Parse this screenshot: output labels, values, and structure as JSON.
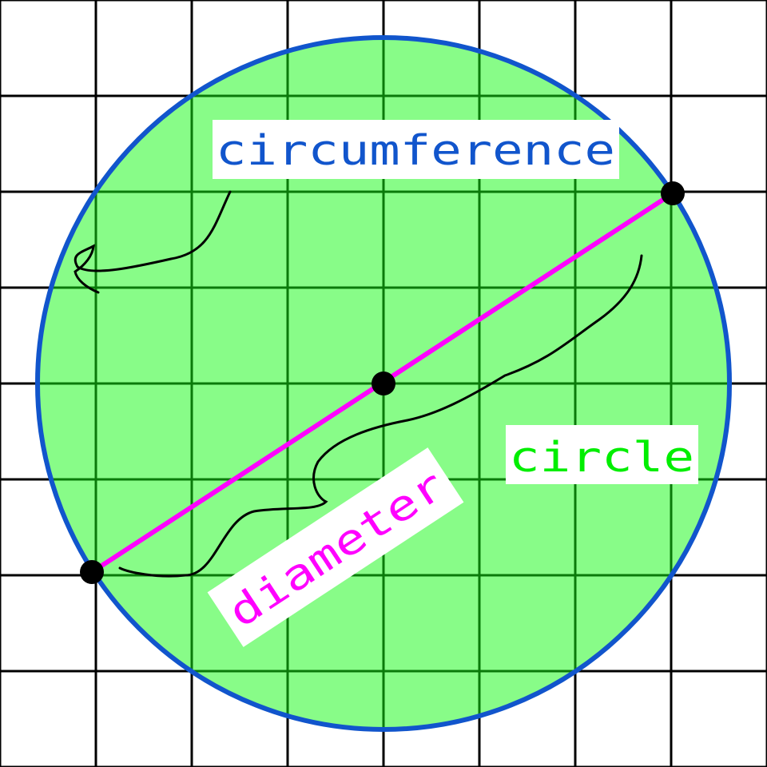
{
  "labels": {
    "circumference": "circumference",
    "circle": "circle",
    "diameter": "diameter"
  },
  "colors": {
    "background": "#ffffff",
    "grid_outside": "#000000",
    "grid_inside": "#0a7a0a",
    "circle_fill": "#88fc88",
    "circle_outline": "#1155cc",
    "diameter_line": "#ff00ff",
    "points": "#000000",
    "circumference_text": "#1155cc",
    "circle_text": "#00ee00",
    "diameter_text": "#ff00ff",
    "label_bg": "#ffffff",
    "pointer_curves": "#000000"
  },
  "icons": [
    "endpoint-dot",
    "center-dot"
  ]
}
